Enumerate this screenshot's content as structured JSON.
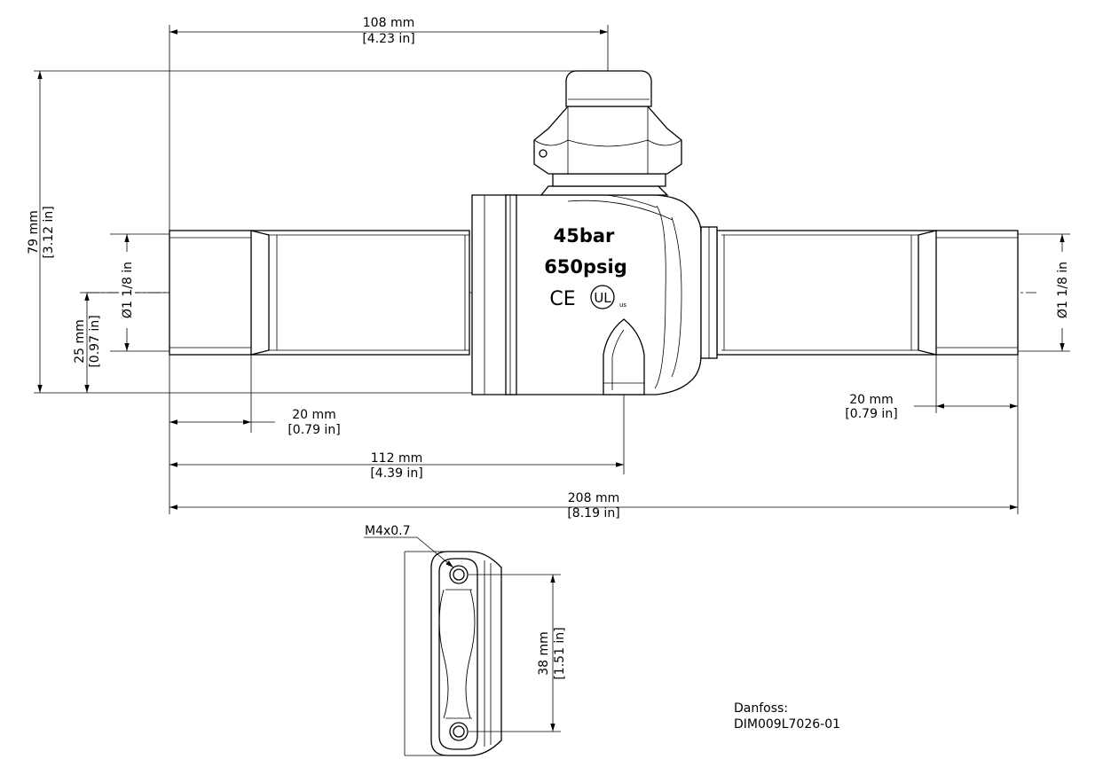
{
  "dimensions": {
    "width_top": {
      "metric": "108 mm",
      "imperial": "[4.23 in]"
    },
    "height_total": {
      "metric": "79 mm",
      "imperial": "[3.12 in]"
    },
    "pipe_center": {
      "metric": "25 mm",
      "imperial": "[0.97 in]"
    },
    "diameter_left": {
      "label": "Ø1 1/8 in"
    },
    "diameter_right": {
      "label": "Ø1 1/8 in"
    },
    "socket_left": {
      "metric": "20 mm",
      "imperial": "[0.79 in]"
    },
    "socket_right": {
      "metric": "20 mm",
      "imperial": "[0.79 in]"
    },
    "to_handle": {
      "metric": "112 mm",
      "imperial": "[4.39 in]"
    },
    "overall_length": {
      "metric": "208 mm",
      "imperial": "[8.19 in]"
    },
    "bracket_spacing": {
      "metric": "38 mm",
      "imperial": "[1.51 in]"
    }
  },
  "markings": {
    "pressure_bar": "45bar",
    "pressure_psig": "650psig",
    "ce": "CE",
    "ul": "UL",
    "ul_small": "us"
  },
  "thread_callout": "M4x0.7",
  "title_block": {
    "company": "Danfoss:",
    "drawing_no": "DIM009L7026-01"
  }
}
